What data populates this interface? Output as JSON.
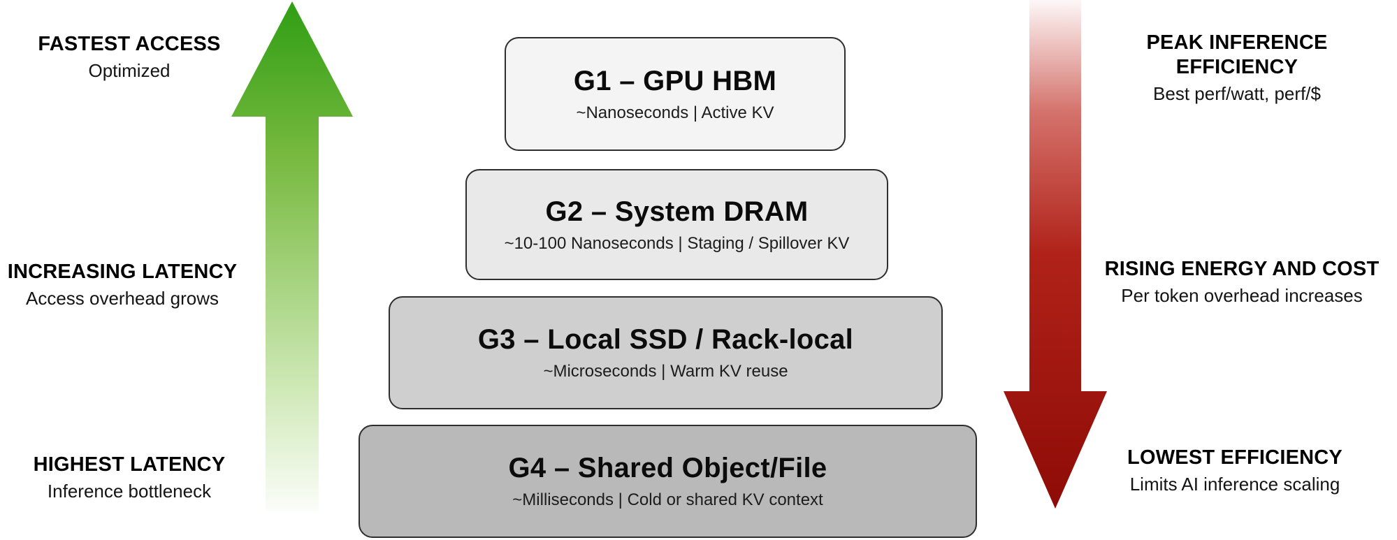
{
  "left_axis": {
    "top": {
      "heading": "FASTEST ACCESS",
      "sub": "Optimized"
    },
    "middle": {
      "heading": "INCREASING LATENCY",
      "sub": "Access overhead grows"
    },
    "bottom": {
      "heading": "HIGHEST LATENCY",
      "sub": "Inference bottleneck"
    }
  },
  "right_axis": {
    "top": {
      "heading": "PEAK INFERENCE EFFICIENCY",
      "sub": "Best perf/watt, perf/$"
    },
    "middle": {
      "heading": "RISING ENERGY AND COST",
      "sub": "Per token overhead increases"
    },
    "bottom": {
      "heading": "LOWEST EFFICIENCY",
      "sub": "Limits AI inference scaling"
    }
  },
  "tiers": [
    {
      "id": "G1",
      "title": "G1 – GPU HBM",
      "subtitle": "~Nanoseconds | Active KV"
    },
    {
      "id": "G2",
      "title": "G2 – System DRAM",
      "subtitle": "~10-100 Nanoseconds | Staging / Spillover KV"
    },
    {
      "id": "G3",
      "title": "G3 – Local SSD / Rack-local",
      "subtitle": "~Microseconds | Warm KV reuse"
    },
    {
      "id": "G4",
      "title": "G4 – Shared Object/File",
      "subtitle": "~Milliseconds | Cold or shared KV context"
    }
  ],
  "colors": {
    "background": "#ffffff",
    "green_arrow_top": "#2f9e14",
    "green_arrow_mid": "#76b93e",
    "green_arrow_bottom": "#fbfdf9",
    "red_arrow_top": "#fdf7f7",
    "red_arrow_mid": "#b02219",
    "red_arrow_bottom": "#8e0b06",
    "tier_fills": [
      "#f4f4f4",
      "#e9e9e9",
      "#cfcfcf",
      "#b9b9b9"
    ],
    "tier_border": "#2e2e2e",
    "text": "#000000"
  }
}
